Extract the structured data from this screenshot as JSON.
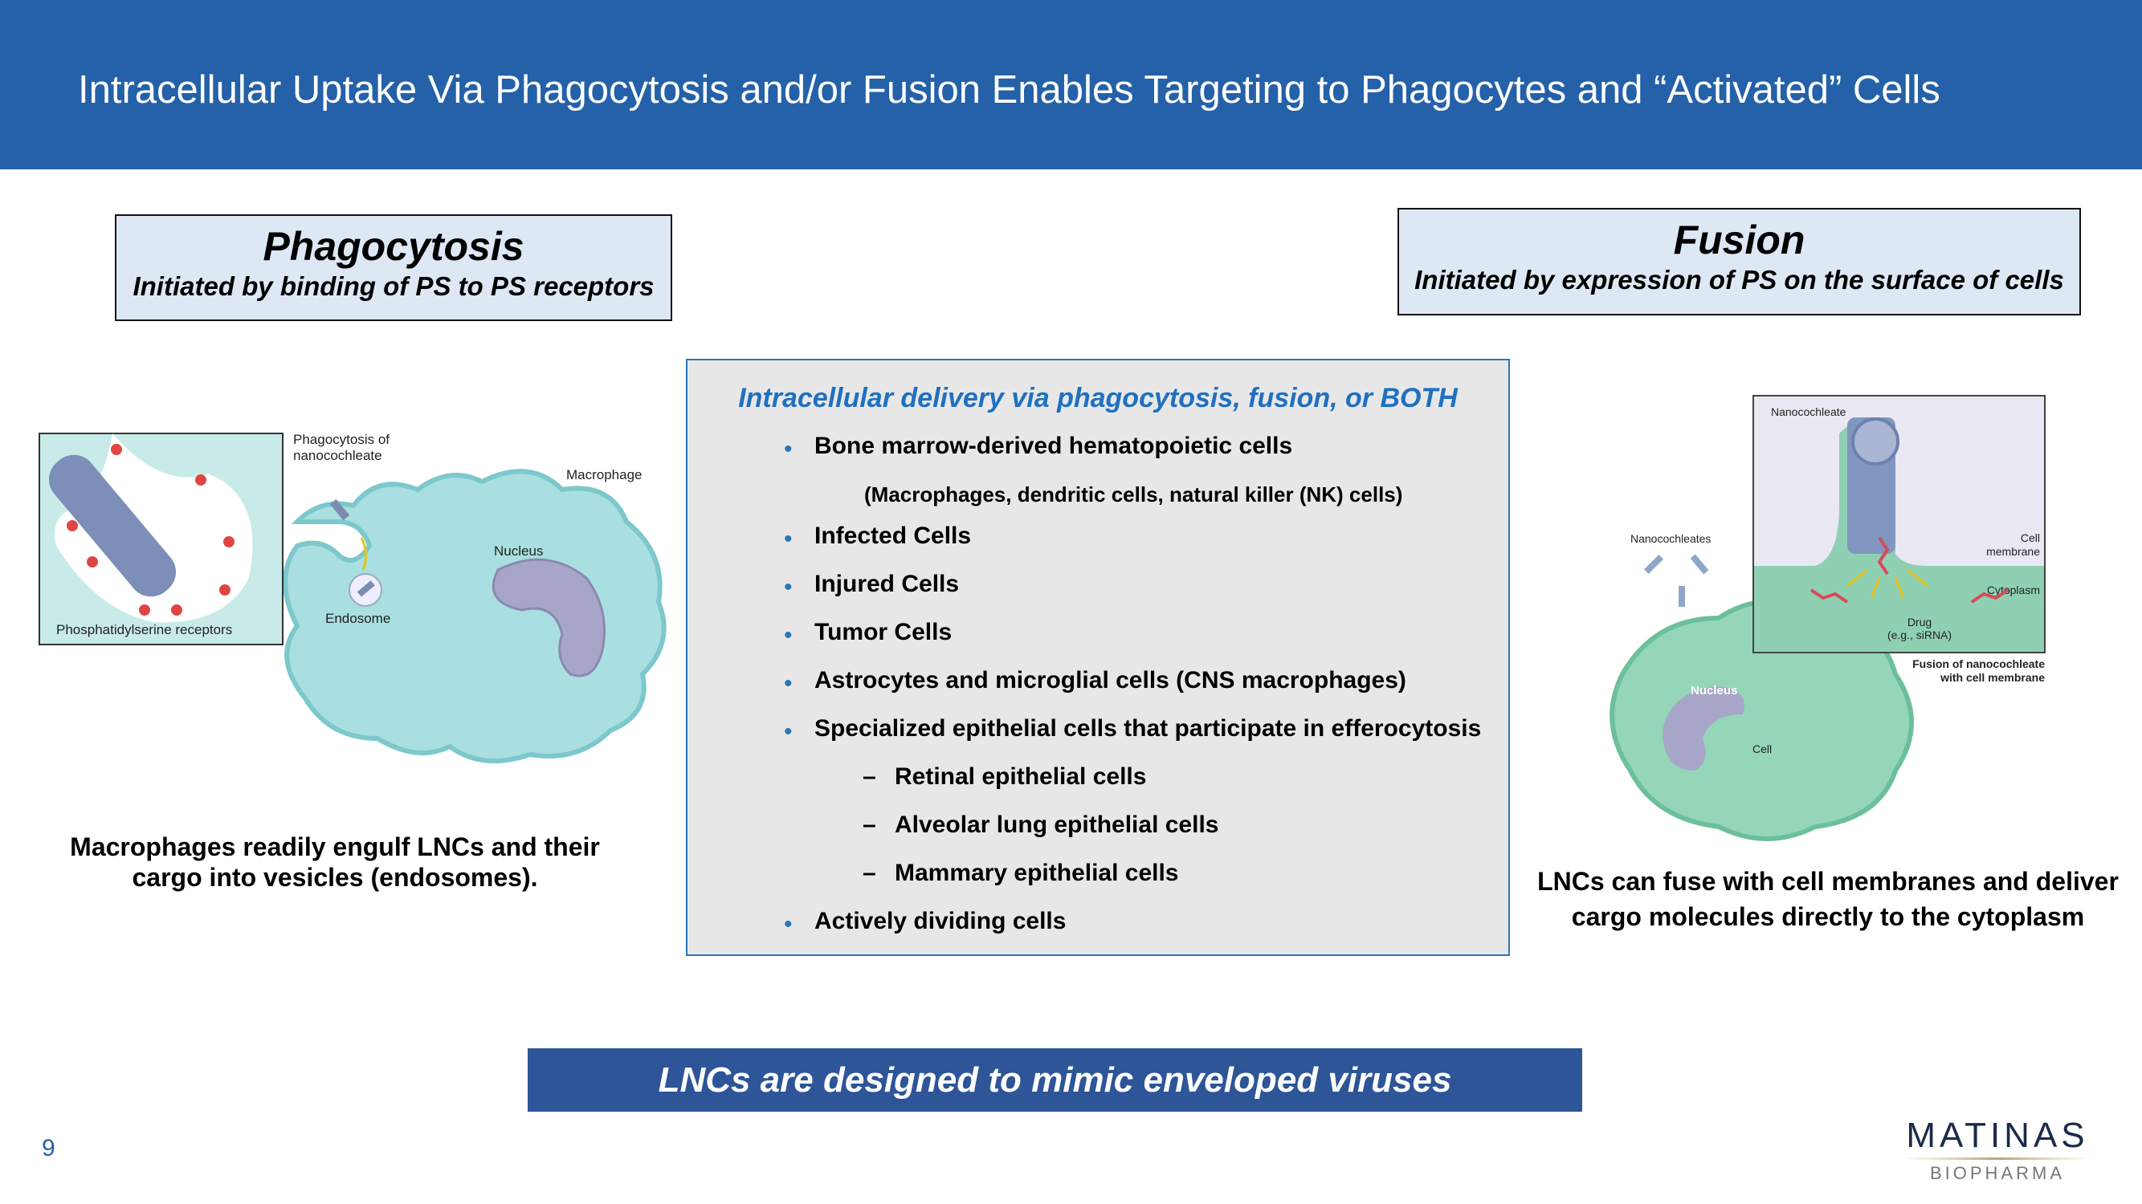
{
  "title": "Intracellular Uptake Via Phagocytosis and/or Fusion Enables Targeting to Phagocytes and “Activated” Cells",
  "phagocytosis": {
    "heading": "Phagocytosis",
    "subtitle": "Initiated by binding of PS to PS receptors",
    "figure": {
      "inset_label": "Phosphatidylserine receptors",
      "label_phago": [
        "Phagocytosis of",
        "nanocochleate"
      ],
      "label_macrophage": "Macrophage",
      "label_nucleus": "Nucleus",
      "label_endosome": "Endosome"
    },
    "caption": [
      "Macrophages readily engulf LNCs and their",
      "cargo  into vesicles (endosomes)."
    ]
  },
  "fusion": {
    "heading": "Fusion",
    "subtitle": "Initiated by expression of PS on the surface of cells",
    "figure": {
      "label_nanocochleate": "Nanocochleate",
      "label_nanocochleates": "Nanocochleates",
      "label_cell_membrane": [
        "Cell",
        "membrane"
      ],
      "label_cytoplasm": "Cytoplasm",
      "label_drug": [
        "Drug",
        "(e.g., siRNA)"
      ],
      "label_fusion": [
        "Fusion of nanocochleate",
        "with cell membrane"
      ],
      "label_nucleus": "Nucleus",
      "label_cell": "Cell"
    },
    "caption": [
      "LNCs  can fuse with cell membranes and deliver",
      "cargo molecules directly to the cytoplasm"
    ]
  },
  "delivery": {
    "title": "Intracellular delivery  via phagocytosis, fusion, or BOTH",
    "items": [
      {
        "text": "Bone marrow-derived hematopoietic cells",
        "type": "bullet"
      },
      {
        "text": "(Macrophages, dendritic cells, natural killer (NK) cells)",
        "type": "note"
      },
      {
        "text": "Infected Cells",
        "type": "bullet"
      },
      {
        "text": "Injured Cells",
        "type": "bullet"
      },
      {
        "text": "Tumor Cells",
        "type": "bullet"
      },
      {
        "text": "Astrocytes and microglial cells (CNS macrophages)",
        "type": "bullet"
      },
      {
        "text": "Specialized epithelial cells that participate in efferocytosis",
        "type": "bullet"
      },
      {
        "text": "Retinal epithelial cells",
        "type": "dash"
      },
      {
        "text": "Alveolar lung epithelial cells",
        "type": "dash"
      },
      {
        "text": "Mammary epithelial cells",
        "type": "dash"
      },
      {
        "text": "Actively dividing cells",
        "type": "bullet"
      }
    ]
  },
  "banner": "LNCs are designed to mimic enveloped viruses",
  "page_number": "9",
  "logo": {
    "name": "MATINAS",
    "sub": "BIOPHARMA"
  },
  "colors": {
    "header": "#2461a8",
    "banner": "#2d5597",
    "accent": "#1f70c1"
  }
}
